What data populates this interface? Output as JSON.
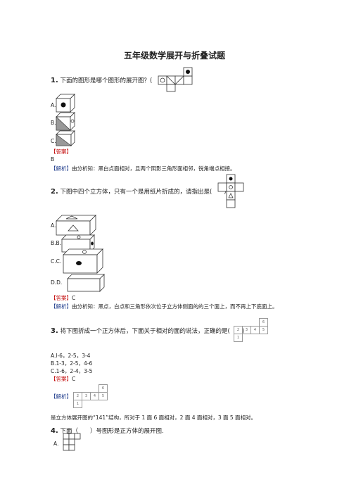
{
  "title": "五年级数学展开与折叠试题",
  "q1": {
    "num": "1.",
    "text": "下面的图形是哪个图形的展开图？(　　)",
    "options": [
      "A.",
      "B.",
      "C."
    ],
    "answer_label": "【答案】",
    "answer": "B",
    "analysis_label": "【解析】",
    "analysis": "由分析知：黑白点面相对，且两个阴影三角形面相邻，锐角端点相接。"
  },
  "q2": {
    "num": "2.",
    "text": "下图中四个立方体，只有一个是用纸片折成的，请指出是(　　)",
    "options": [
      "A.",
      "B.B.",
      "C.C.",
      "D.D."
    ],
    "answer_label": "【答案】",
    "answer": "C",
    "analysis_label": "【解析】",
    "analysis": "由分析知：黑点，白点和三角形依次位于立方体侧面的的三个面上，而不再上下底面上。"
  },
  "q3": {
    "num": "3.",
    "text": "将下图折成一个正方体后，下面关于相对的面的说法，正确的是(　　)",
    "net_top": "6",
    "net_mid": [
      "2",
      "3",
      "4",
      "5"
    ],
    "net_bottom": "1",
    "options": [
      "A.l-6，2-5，3-4",
      "B.1-3，2-5，4-6",
      "C.1-6，2-4，3-5"
    ],
    "answer_label": "【答案】",
    "answer": "C",
    "analysis_label": "【解析】",
    "analysis": "是立方体展开图的“141”结构，所对于 1 面 6 面相对，2 面 4 面相对，3 面 5 面相对。"
  },
  "q4": {
    "num": "4.",
    "text": "下面（　　）号图形是正方体的展开图.",
    "options": [
      "A."
    ]
  }
}
